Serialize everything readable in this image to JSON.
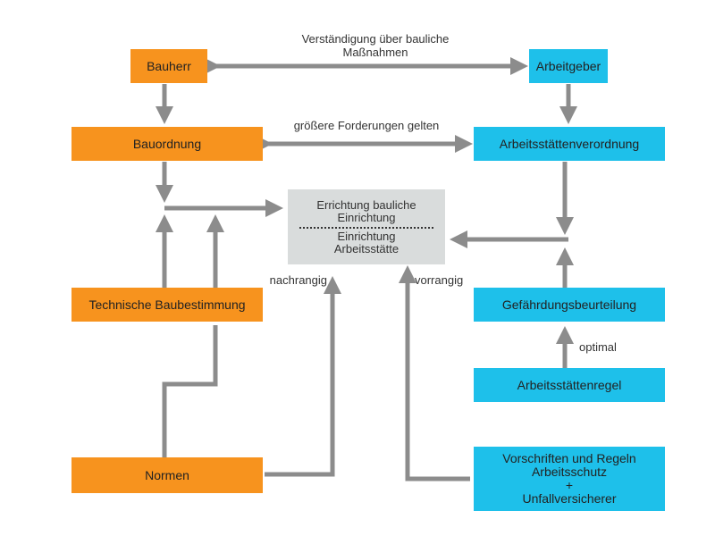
{
  "nodes": {
    "bauherr": "Bauherr",
    "arbeitgeber": "Arbeitgeber",
    "bauordnung": "Bauordnung",
    "arbeitsstaettenverordnung": "Arbeitsstättenverordnung",
    "center_top_line1": "Errichtung bauliche",
    "center_top_line2": "Einrichtung",
    "center_bottom_line1": "Einrichtung",
    "center_bottom_line2": "Arbeitsstätte",
    "technische_baubestimmung": "Technische Baubestimmung",
    "gefaehrdungsbeurteilung": "Gefährdungsbeurteilung",
    "arbeitsstaettenregel": "Arbeitsstättenregel",
    "normen": "Normen",
    "vorschriften_line1": "Vorschriften und Regeln",
    "vorschriften_line2": "Arbeitsschutz",
    "vorschriften_line3": "+",
    "vorschriften_line4": "Unfallversicherer"
  },
  "labels": {
    "verstaendigung_line1": "Verständigung über bauliche",
    "verstaendigung_line2": "Maßnahmen",
    "groessere_forderungen": "größere Forderungen gelten",
    "nachrangig": "nachrangig",
    "vorrangig": "vorrangig",
    "optimal": "optimal"
  },
  "colors": {
    "orange": "#f7931e",
    "blue": "#1ec0ea",
    "gray_box": "#d9dcdc",
    "connector": "#8c8c8c"
  }
}
